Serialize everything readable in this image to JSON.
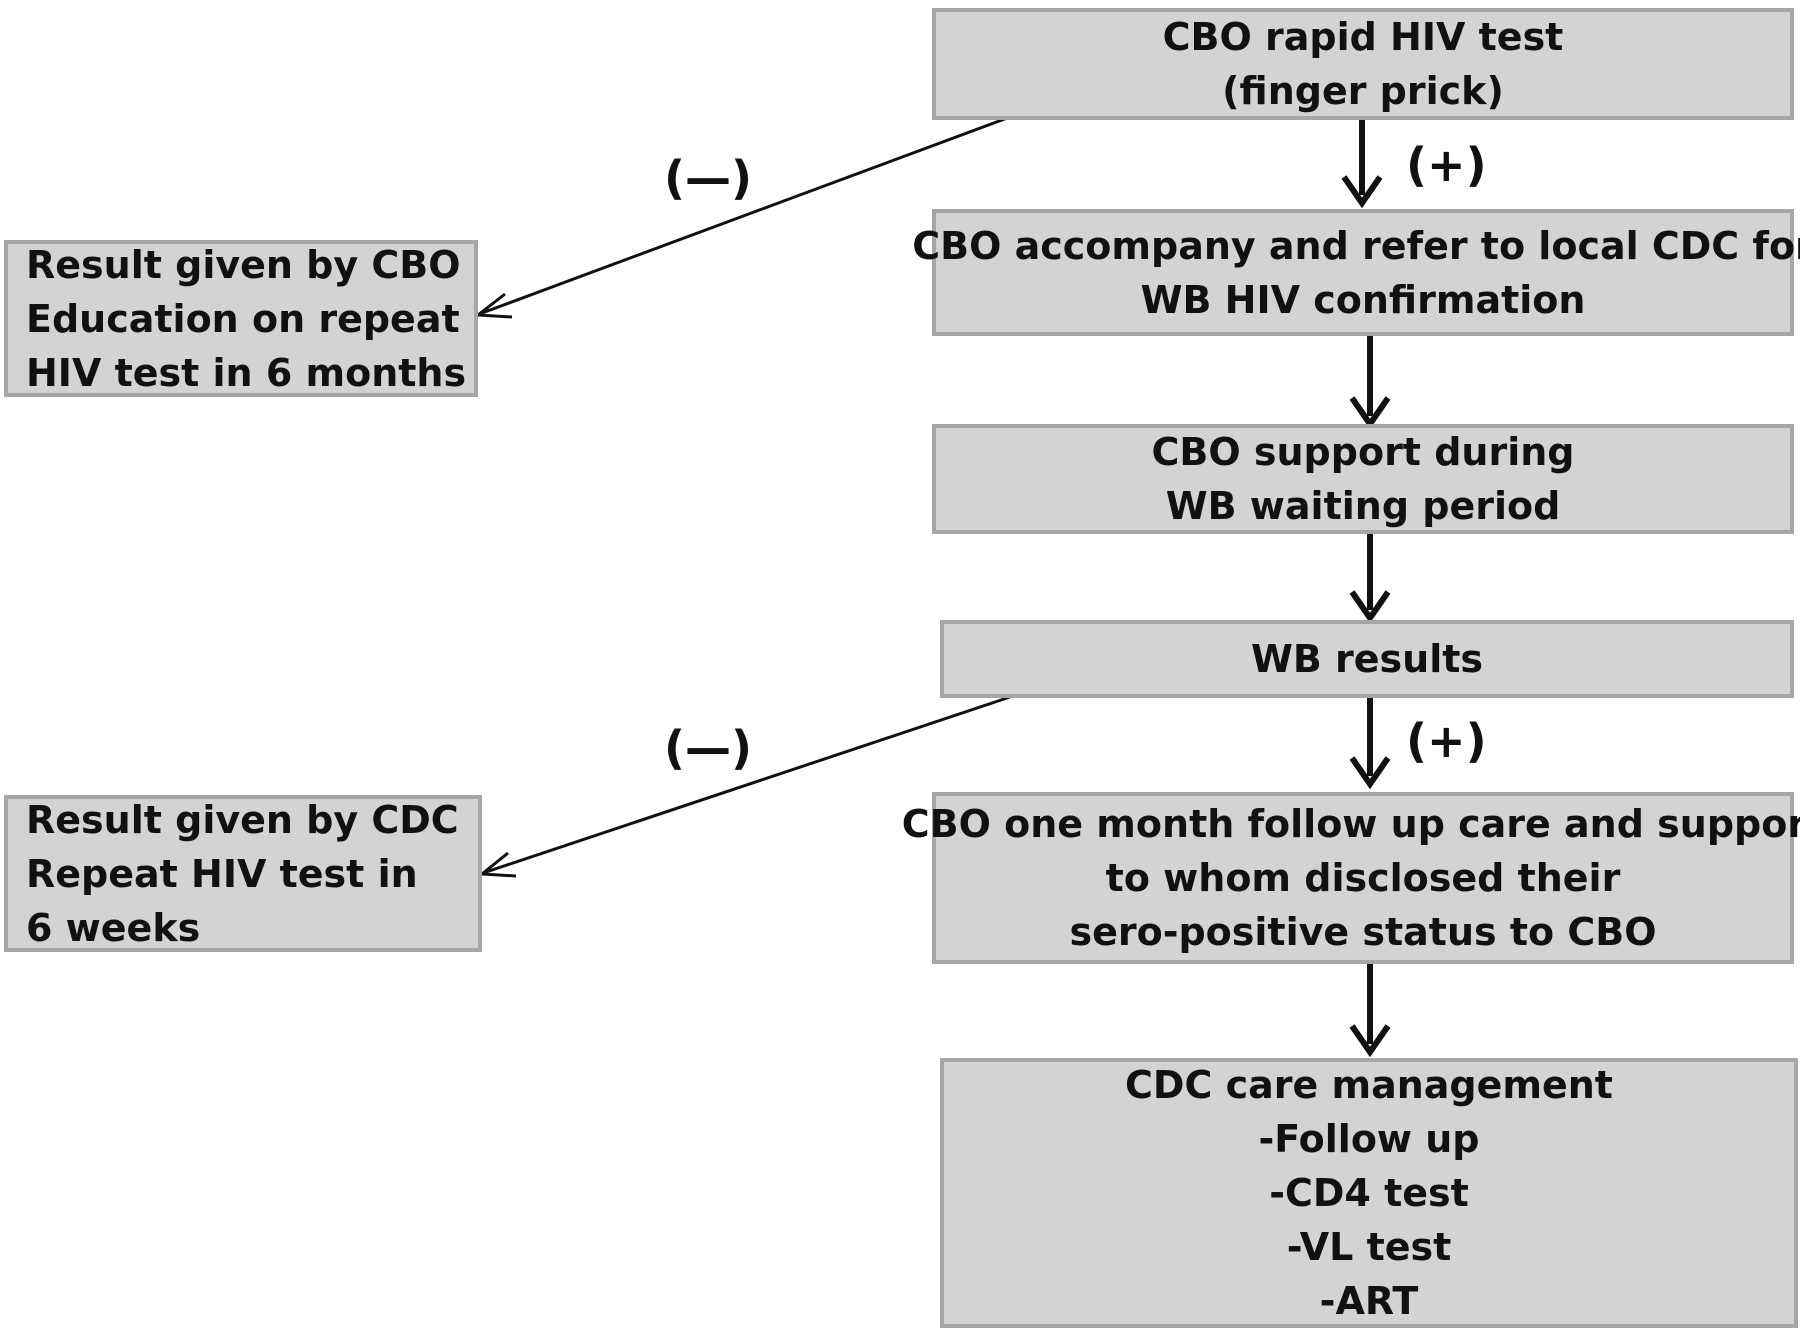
{
  "boxes": {
    "rapid_test": {
      "lines": [
        "CBO rapid HIV test",
        "(finger prick)"
      ]
    },
    "refer": {
      "lines": [
        "CBO accompany and refer to local CDC for",
        "WB HIV confirmation"
      ]
    },
    "support": {
      "lines": [
        "CBO support during",
        "WB waiting period"
      ]
    },
    "wb_results": {
      "lines": [
        "WB results"
      ]
    },
    "followup": {
      "lines": [
        "CBO one month follow up care and support",
        "to whom disclosed their",
        "sero-positive status to CBO"
      ]
    },
    "cdc_care": {
      "lines": [
        "CDC care management",
        "-Follow up",
        "-CD4 test",
        "-VL test",
        "-ART"
      ]
    },
    "neg_cbo": {
      "lines": [
        "Result given by CBO",
        "Education on repeat",
        "HIV test in 6 months"
      ]
    },
    "neg_cdc": {
      "lines": [
        "Result given by CDC",
        "Repeat HIV test in",
        "6 weeks"
      ]
    }
  },
  "labels": {
    "neg_1": "(—)",
    "pos_1": "(+)",
    "neg_2": "(—)",
    "pos_2": "(+)"
  },
  "colors": {
    "box_fill": "#d3d3d3",
    "box_border": "#a6a6a6",
    "text": "#111111",
    "arrow": "#111111"
  }
}
